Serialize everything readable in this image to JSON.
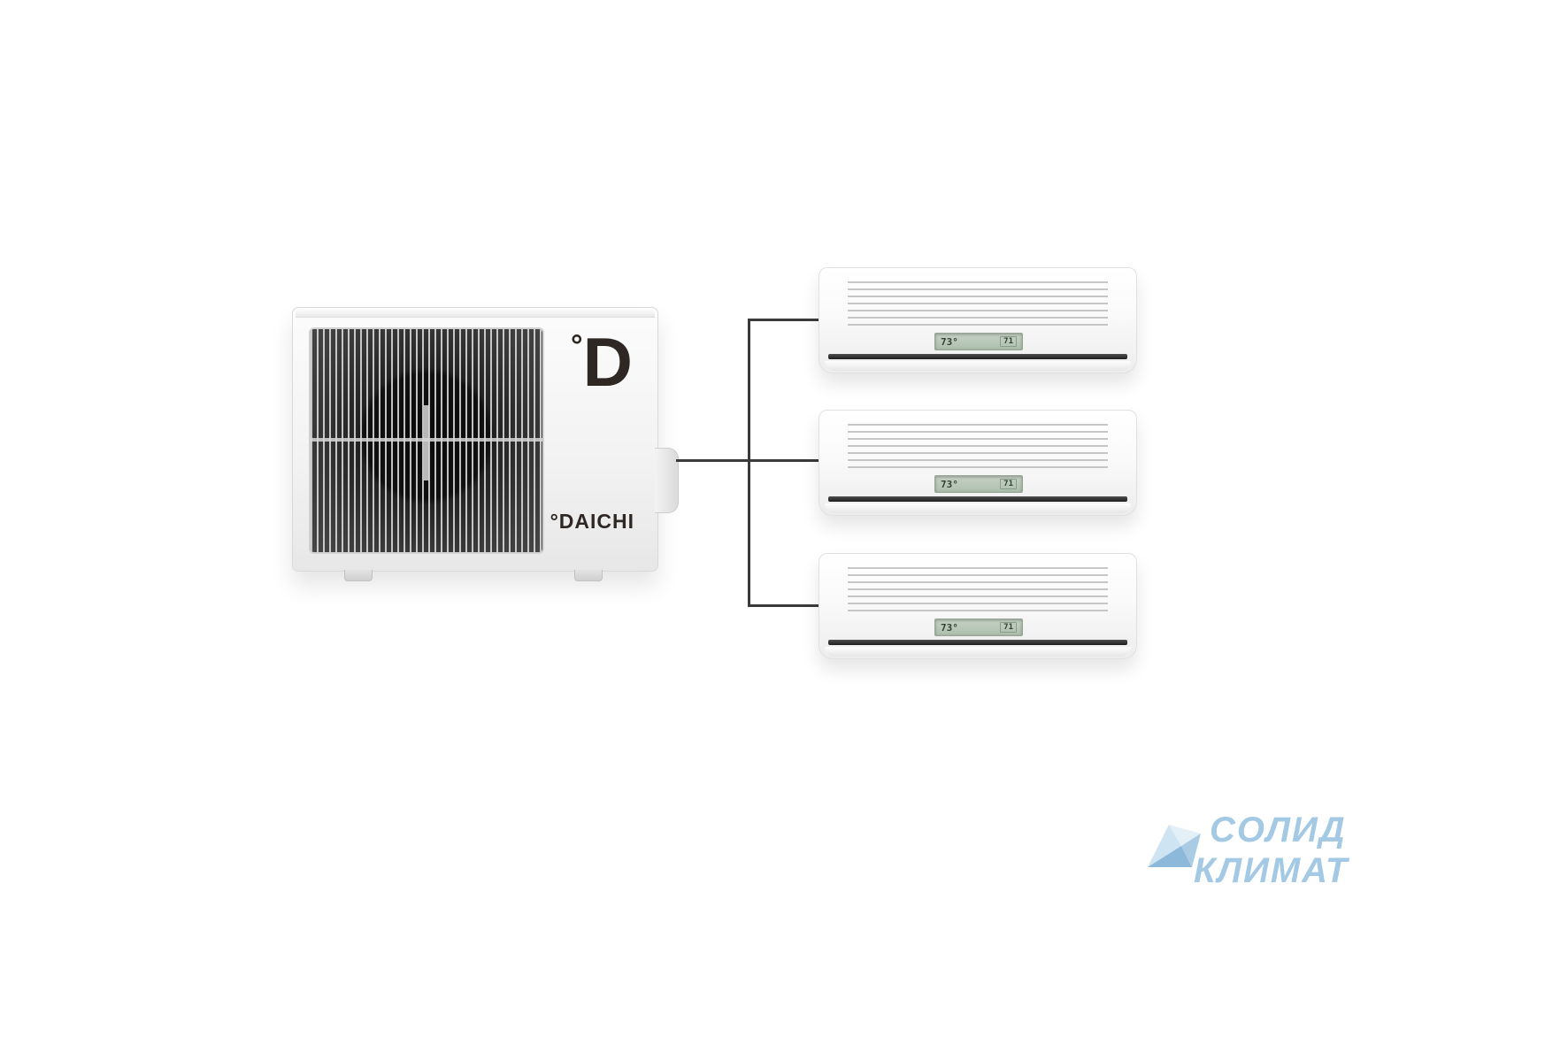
{
  "outdoor_unit": {
    "logo_degree": "°",
    "logo_letter": "D",
    "brand": "°DAICHI"
  },
  "indoor_units": [
    {
      "display_temp": "73°",
      "display_aux": "71"
    },
    {
      "display_temp": "73°",
      "display_aux": "71"
    },
    {
      "display_temp": "73°",
      "display_aux": "71"
    }
  ],
  "watermark": {
    "line1": "СОЛИД",
    "line2": "КЛИМАТ",
    "color": "#a3c9e4"
  },
  "colors": {
    "pipe": "#3a3a3a",
    "logo_text": "#2e2723",
    "lcd_background": "#b9c8b8"
  }
}
